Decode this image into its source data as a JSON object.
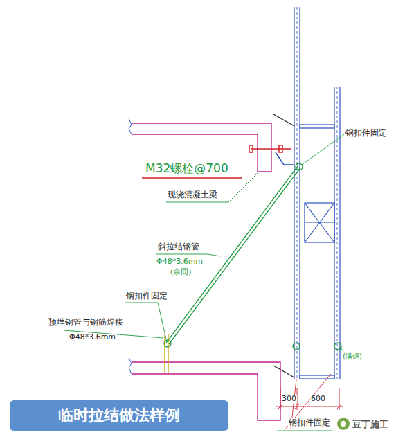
{
  "diagram": {
    "title": "临时拉结做法样例",
    "labels": [
      "钢扣件固定",
      "M32螺栓@700",
      "现浇混凝土梁",
      "斜拉结钢管",
      "Φ48*3.6mm",
      "(余同)",
      "钢扣件固定",
      "预埋钢管与钢筋焊接",
      "Φ48*3.6mm",
      "(满焊)",
      "300",
      "600",
      "钢扣件固定",
      "豆丁施工"
    ]
  }
}
